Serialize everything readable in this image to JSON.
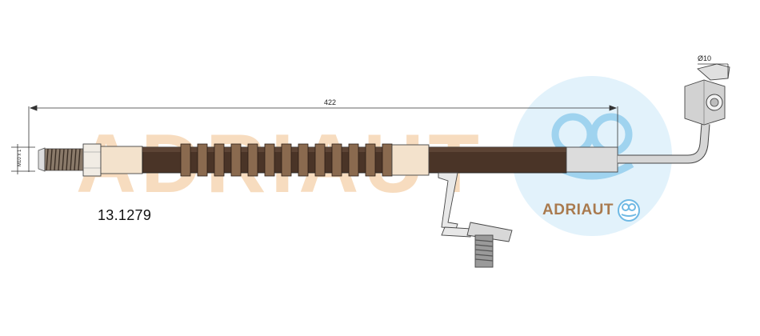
{
  "part_number": "13.1279",
  "brand": "ADRIAUT",
  "watermark": "ADRIAUT",
  "dimensions": {
    "length": "422",
    "diameter": "Ø10",
    "thread": "M10 x 1"
  },
  "colors": {
    "hose_dark": "#4a3427",
    "hose_band": "#8a6a4f",
    "sleeve_light": "#f3e2cc",
    "fitting_gray": "#cfcfcf",
    "watermark_orange": "#f6d7b4",
    "logo_blue": "#7ec3ea",
    "brand_tan": "#a97a4e"
  }
}
